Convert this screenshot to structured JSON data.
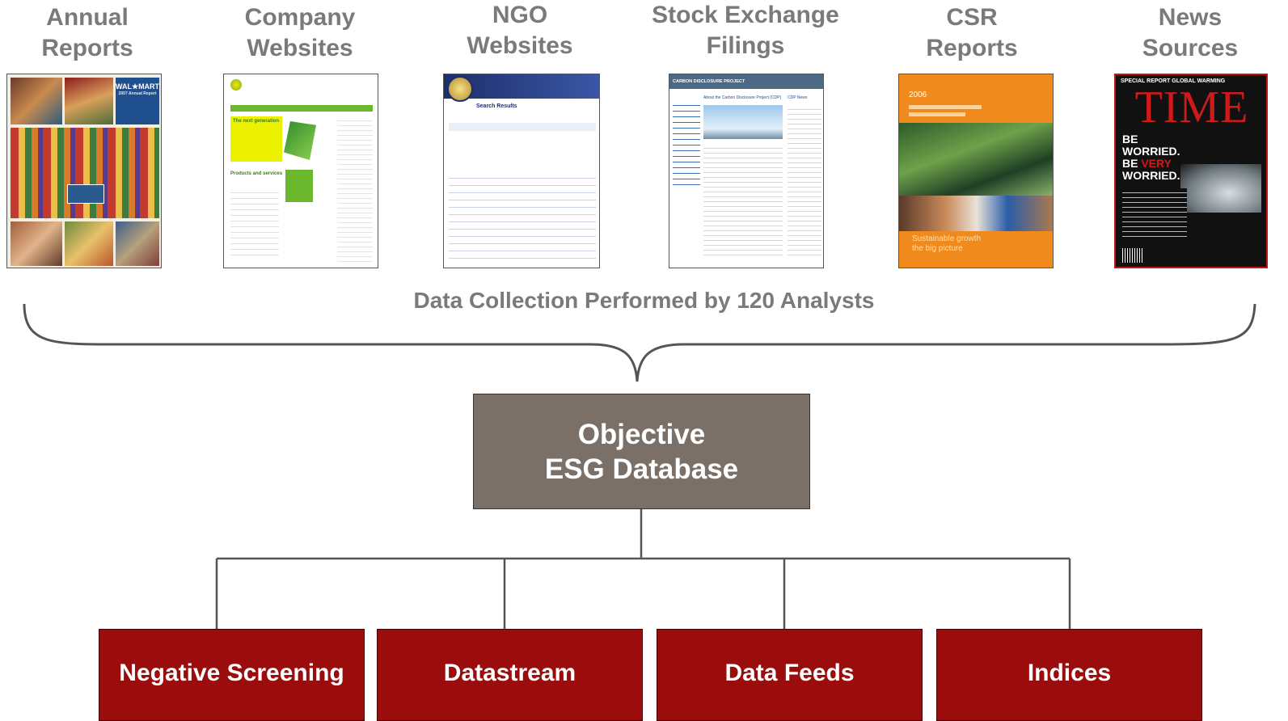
{
  "sources": [
    {
      "id": "annual",
      "line1": "Annual",
      "line2": "Reports"
    },
    {
      "id": "company",
      "line1": "Company",
      "line2": "Websites"
    },
    {
      "id": "ngo",
      "line1": "NGO",
      "line2": "Websites"
    },
    {
      "id": "stock",
      "line1": "Stock Exchange",
      "line2": "Filings"
    },
    {
      "id": "csr",
      "line1": "CSR",
      "line2": "Reports"
    },
    {
      "id": "news",
      "line1": "News",
      "line2": "Sources"
    }
  ],
  "thumbnails": {
    "walmart_logo": "WAL★MART",
    "walmart_sub": "2007 Annual Report",
    "bp_title": "The next generation",
    "bp_products": "Products and services",
    "ngo_heading": "Search Results",
    "cdp_header": "CARBON DISCLOSURE PROJECT",
    "cdp_about": "About the Carbon Disclosure Project (CDP)",
    "cdp_news": "CDP News",
    "csr_year": "2006",
    "csr_tagline_1": "Sustainable growth",
    "csr_tagline_2": "the big picture",
    "time_banner": "SPECIAL REPORT GLOBAL WARMING",
    "time_logo": "TIME",
    "time_line1": "BE",
    "time_line2": "WORRIED.",
    "time_line3_a": "BE",
    "time_line3_b": "VERY",
    "time_line4": "WORRIED."
  },
  "caption": "Data Collection Performed by 120 Analysts",
  "database": {
    "line1": "Objective",
    "line2": "ESG Database"
  },
  "outputs": [
    "Negative Screening",
    "Datastream",
    "Data Feeds",
    "Indices"
  ],
  "colors": {
    "title_gray": "#7a7a7a",
    "db_fill": "#7a7067",
    "output_fill": "#9b0d0d",
    "connector": "#555555"
  }
}
